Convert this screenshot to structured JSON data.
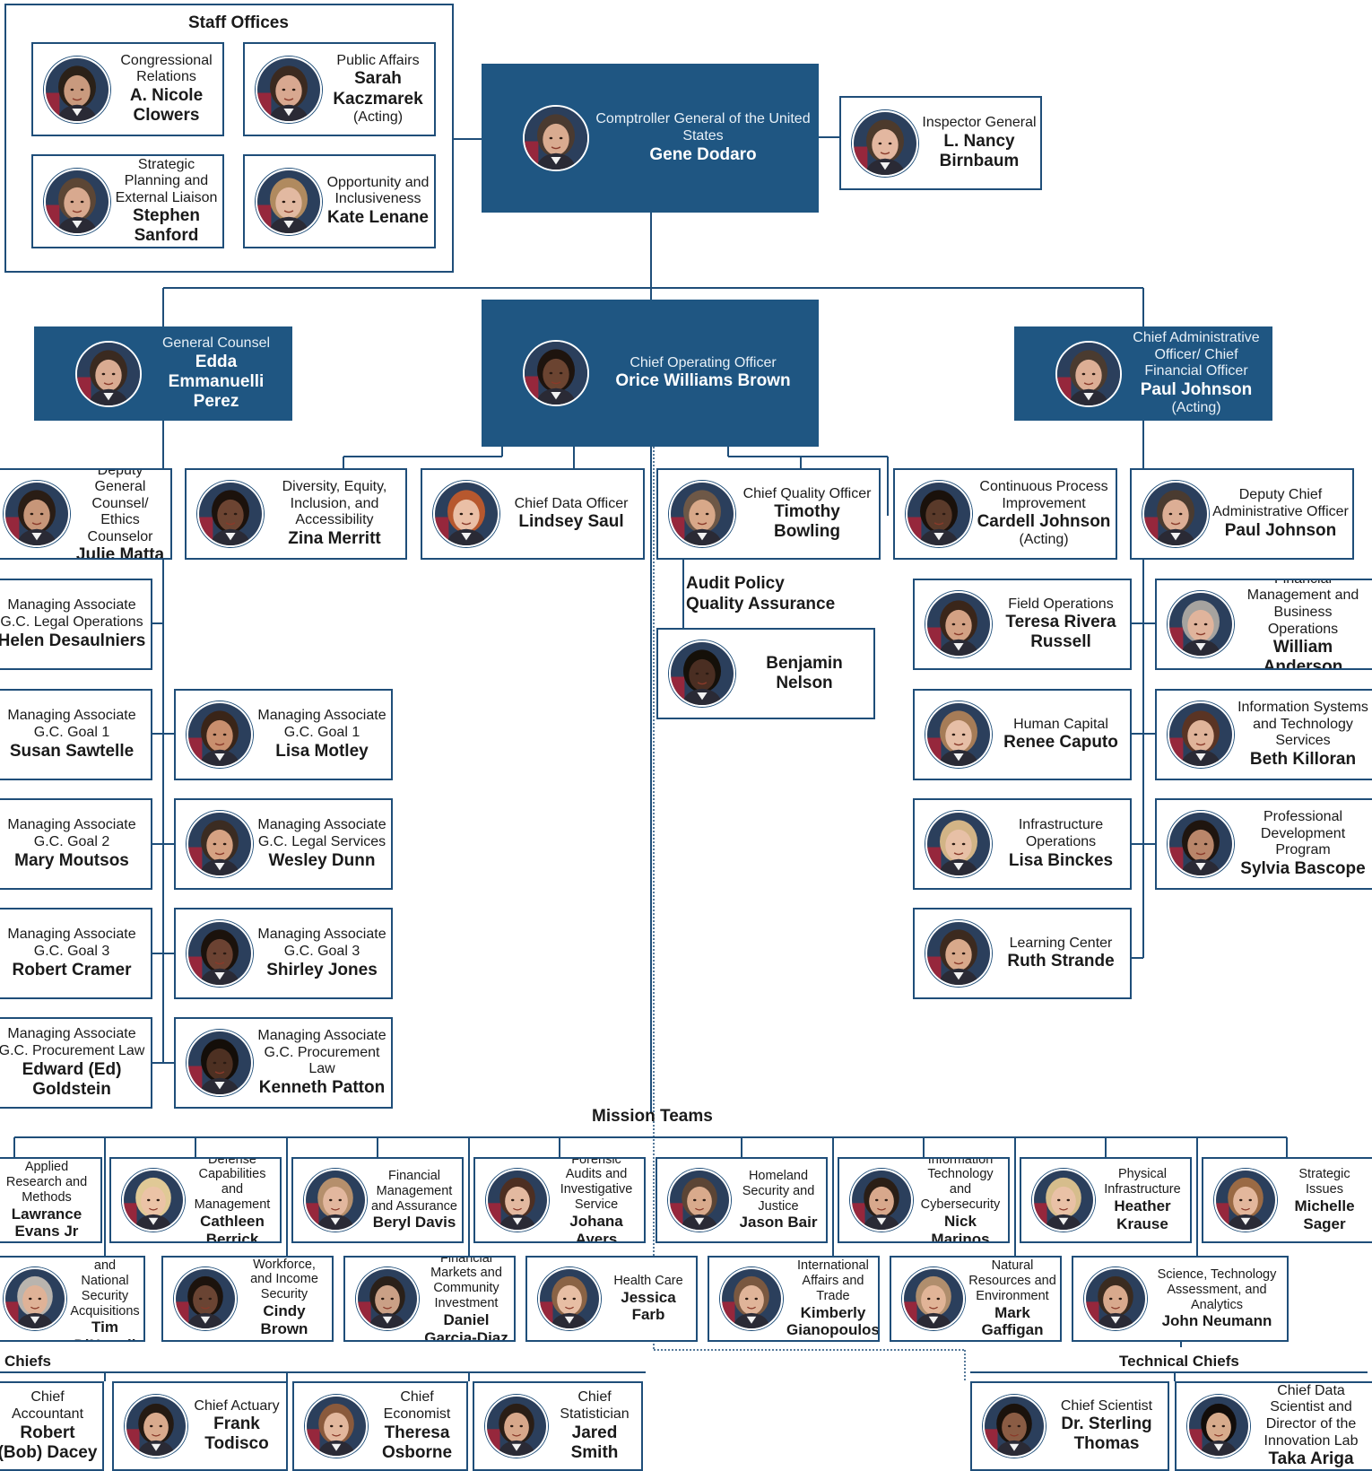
{
  "headings": {
    "staff_offices": "Staff Offices",
    "mission_teams": "Mission Teams",
    "chiefs": "Chiefs",
    "technical_chiefs": "Technical Chiefs",
    "audit_policy": "Audit Policy\nQuality Assurance"
  },
  "colors": {
    "primary": "#1f5682",
    "border": "#1f4e79",
    "line": "#1f4e79"
  },
  "nodes": [
    {
      "id": "congressional",
      "title": "Congressional Relations",
      "name": "A. Nicole Clowers",
      "skin": "#c99a7e",
      "hair": "#2b2118"
    },
    {
      "id": "public-affairs",
      "title": "Public Affairs",
      "name": "Sarah Kaczmarek",
      "note": "(Acting)",
      "skin": "#d8a890",
      "hair": "#3b2a20"
    },
    {
      "id": "strategic-planning",
      "title": "Strategic Planning and External Liaison",
      "name": "Stephen Sanford",
      "skin": "#d8a98f",
      "hair": "#5c4635"
    },
    {
      "id": "opportunity",
      "title": "Opportunity and Inclusiveness",
      "name": "Kate Lenane",
      "skin": "#e2b9a1",
      "hair": "#b08a5f"
    },
    {
      "id": "comptroller",
      "title": "Comptroller General of the United States",
      "name": "Gene Dodaro",
      "skin": "#d9ab90",
      "hair": "#4a3a30",
      "dark": true
    },
    {
      "id": "inspector-general",
      "title": "Inspector General",
      "name": "L. Nancy Birnbaum",
      "skin": "#e3b7a0",
      "hair": "#4c3a2c"
    },
    {
      "id": "general-counsel",
      "title": "General Counsel",
      "name": "Edda Emmanuelli Perez",
      "skin": "#d9ab92",
      "hair": "#3a2a20",
      "dark": true
    },
    {
      "id": "coo",
      "title": "Chief Operating Officer",
      "name": "Orice Williams Brown",
      "skin": "#6b4431",
      "hair": "#1e140e",
      "dark": true
    },
    {
      "id": "cao",
      "title": "Chief Administrative Officer/ Chief Financial Officer",
      "name": "Paul Johnson",
      "note": "(Acting)",
      "skin": "#dcae95",
      "hair": "#4a3b30",
      "dark": true
    },
    {
      "id": "deputy-gc",
      "title": "Deputy General Counsel/ Ethics Counselor",
      "name": "Julie Matta",
      "skin": "#c79679",
      "hair": "#2a1d15"
    },
    {
      "id": "deia",
      "title": "Diversity, Equity, Inclusion, and Accessibility",
      "name": "Zina Merritt",
      "skin": "#6c4432",
      "hair": "#1c120c"
    },
    {
      "id": "cdo",
      "title": "Chief Data Officer",
      "name": "Lindsey Saul",
      "skin": "#eabfa6",
      "hair": "#b7582e"
    },
    {
      "id": "cqo",
      "title": "Chief Quality Officer",
      "name": "Timothy Bowling",
      "skin": "#d8a889",
      "hair": "#6e5847"
    },
    {
      "id": "cpi",
      "title": "Continuous Process Improvement",
      "name": "Cardell Johnson",
      "note": "(Acting)",
      "skin": "#5a3a2a",
      "hair": "#1a110b"
    },
    {
      "id": "deputy-cao",
      "title": "Deputy Chief Administrative Officer",
      "name": "Paul Johnson",
      "skin": "#dcae95",
      "hair": "#4a3b30"
    },
    {
      "id": "benjamin",
      "title": "",
      "name": "Benjamin Nelson",
      "skin": "#4a2e22",
      "hair": "#151009"
    },
    {
      "id": "ma-legal-ops",
      "title": "Managing Associate G.C. Legal Operations",
      "name": "Helen Desaulniers",
      "skin": "#e0b49a",
      "hair": "#a07a55"
    },
    {
      "id": "ma-goal1-left",
      "title": "Managing Associate G.C. Goal 1",
      "name": "Susan Sawtelle",
      "skin": "#d9aa8e",
      "hair": "#6a5040"
    },
    {
      "id": "ma-goal1-right",
      "title": "Managing Associate G.C. Goal 1",
      "name": "Lisa Motley",
      "skin": "#c98f6e",
      "hair": "#3a2518"
    },
    {
      "id": "ma-goal2",
      "title": "Managing Associate G.C. Goal 2",
      "name": "Mary Moutsos",
      "skin": "#e0b59c",
      "hair": "#8a6a50"
    },
    {
      "id": "ma-legal-services",
      "title": "Managing Associate G.C. Legal Services",
      "name": "Wesley Dunn",
      "skin": "#d6a283",
      "hair": "#3b2c22"
    },
    {
      "id": "ma-goal3-left",
      "title": "Managing Associate G.C. Goal 3",
      "name": "Robert Cramer",
      "skin": "#d9ab8f",
      "hair": "#5a4738"
    },
    {
      "id": "ma-goal3-right",
      "title": "Managing Associate G.C. Goal 3",
      "name": "Shirley Jones",
      "skin": "#6b4232",
      "hair": "#1b120c"
    },
    {
      "id": "ma-procurement-left",
      "title": "Managing Associate G.C. Procurement Law",
      "name": "Edward (Ed) Goldstein",
      "skin": "#d7a98e",
      "hair": "#6c6560"
    },
    {
      "id": "ma-procurement-right",
      "title": "Managing Associate G.C. Procurement Law",
      "name": "Kenneth Patton",
      "skin": "#4d3022",
      "hair": "#140e09"
    },
    {
      "id": "field-ops",
      "title": "Field Operations",
      "name": "Teresa Rivera Russell",
      "skin": "#d3a184",
      "hair": "#3a261a"
    },
    {
      "id": "financial-mgmt",
      "title": "Financial Management and Business Operations",
      "name": "William Anderson",
      "skin": "#e0b49c",
      "hair": "#a6a39f"
    },
    {
      "id": "human-capital",
      "title": "Human Capital",
      "name": "Renee Caputo",
      "skin": "#e6bea6",
      "hair": "#a67c57"
    },
    {
      "id": "info-systems",
      "title": "Information Systems and Technology Services",
      "name": "Beth Killoran",
      "skin": "#e0b49a",
      "hair": "#5a3424"
    },
    {
      "id": "infrastructure-ops",
      "title": "Infrastructure Operations",
      "name": "Lisa Binckes",
      "skin": "#e7c0a6",
      "hair": "#d2b486"
    },
    {
      "id": "professional-dev",
      "title": "Professional Development Program",
      "name": "Sylvia Bascope",
      "skin": "#b9866a",
      "hair": "#1f150f"
    },
    {
      "id": "learning-center",
      "title": "Learning Center",
      "name": "Ruth Strande",
      "skin": "#d8a98b",
      "hair": "#3c2a1f"
    },
    {
      "id": "applied-research",
      "title": "Applied Research and Methods",
      "name": "Lawrance Evans Jr",
      "skin": "#6a4534",
      "hair": "#1a110b"
    },
    {
      "id": "defense",
      "title": "Defense Capabilities and Management",
      "name": "Cathleen Berrick",
      "skin": "#ebc3a6",
      "hair": "#e0c996"
    },
    {
      "id": "fin-mgmt-assurance",
      "title": "Financial Management and Assurance",
      "name": "Beryl Davis",
      "skin": "#e2b79e",
      "hair": "#b58f6c"
    },
    {
      "id": "forensic",
      "title": "Forensic Audits and Investigative Service",
      "name": "Johana Ayers",
      "skin": "#e3b9a0",
      "hair": "#4d2f22"
    },
    {
      "id": "homeland",
      "title": "Homeland Security and Justice",
      "name": "Jason Bair",
      "skin": "#d9aa8c",
      "hair": "#5c4535"
    },
    {
      "id": "it-cyber",
      "title": "Information Technology and Cybersecurity",
      "name": "Nick Marinos",
      "skin": "#d8a88c",
      "hair": "#2a1e16"
    },
    {
      "id": "physical-infra",
      "title": "Physical Infrastructure",
      "name": "Heather Krause",
      "skin": "#e9c1a6",
      "hair": "#d6bd8c"
    },
    {
      "id": "strategic-issues",
      "title": "Strategic Issues",
      "name": "Michelle Sager",
      "skin": "#e3b79c",
      "hair": "#9a6a44"
    },
    {
      "id": "contracting",
      "title": "Contracting and National Security Acquisitions",
      "name": "Tim DiNapoli",
      "skin": "#dfb297",
      "hair": "#b9b4ae"
    },
    {
      "id": "education",
      "title": "Education, Workforce, and Income Security",
      "name": "Cindy Brown Barnes",
      "skin": "#6a4433",
      "hair": "#1c130d"
    },
    {
      "id": "fin-markets",
      "title": "Financial Markets and Community Investment",
      "name": "Daniel Garcia-Diaz",
      "skin": "#caa086",
      "hair": "#2a2019"
    },
    {
      "id": "health-care",
      "title": "Health Care",
      "name": "Jessica Farb",
      "skin": "#e7bea4",
      "hair": "#8a6345"
    },
    {
      "id": "international",
      "title": "International Affairs and Trade",
      "name": "Kimberly Gianopoulos",
      "skin": "#e0b499",
      "hair": "#7a5840"
    },
    {
      "id": "natural-resources",
      "title": "Natural Resources and Environment",
      "name": "Mark Gaffigan",
      "skin": "#e1b497",
      "hair": "#b08e6d"
    },
    {
      "id": "science-tech",
      "title": "Science, Technology Assessment, and Analytics",
      "name": "John Neumann",
      "skin": "#d8a98d",
      "hair": "#3a2b20"
    },
    {
      "id": "chief-accountant",
      "title": "Chief Accountant",
      "name": "Robert (Bob) Dacey",
      "skin": "#dfb398",
      "hair": "#8c8580"
    },
    {
      "id": "chief-actuary",
      "title": "Chief Actuary",
      "name": "Frank Todisco",
      "skin": "#d9aa8d",
      "hair": "#241a13"
    },
    {
      "id": "chief-economist",
      "title": "Chief Economist",
      "name": "Theresa Osborne",
      "skin": "#e2b79d",
      "hair": "#8a5a3c"
    },
    {
      "id": "chief-statistician",
      "title": "Chief Statistician",
      "name": "Jared Smith",
      "skin": "#d7a78a",
      "hair": "#2a1e16"
    },
    {
      "id": "chief-scientist",
      "title": "Chief Scientist",
      "name": "Dr. Sterling Thomas",
      "skin": "#8a5c44",
      "hair": "#1a120c"
    },
    {
      "id": "chief-data-scientist",
      "title": "Chief Data Scientist and Director of the Innovation Lab",
      "name": "Taka Ariga",
      "skin": "#d7ab8c",
      "hair": "#120d0a"
    }
  ]
}
